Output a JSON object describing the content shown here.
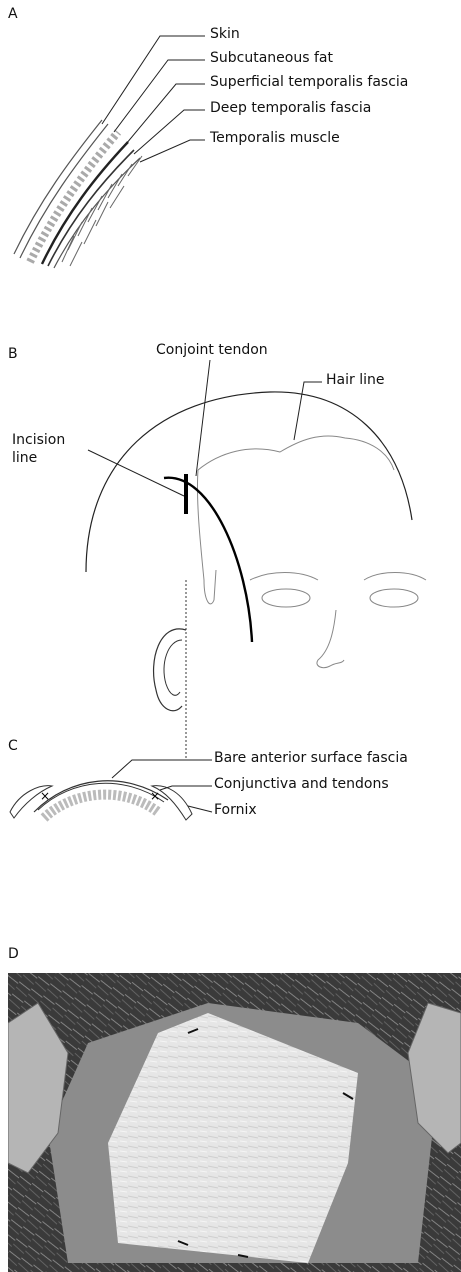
{
  "panels": {
    "a": {
      "letter": "A",
      "labels": [
        "Skin",
        "Subcutaneous fat",
        "Superficial temporalis fascia",
        "Deep temporalis fascia",
        "Temporalis muscle"
      ]
    },
    "b": {
      "letter": "B",
      "conjoint_tendon": "Conjoint tendon",
      "hair_line": "Hair line",
      "incision_line_1": "Incision",
      "incision_line_2": "line"
    },
    "c": {
      "letter": "C",
      "labels": [
        "Bare anterior surface fascia",
        "Conjunctiva and tendons",
        "Fornix"
      ]
    },
    "d": {
      "letter": "D"
    }
  },
  "colors": {
    "line": "#1a1a1a",
    "thin_line": "#888888",
    "photo_dark": "#2a2a2a",
    "graft": "#e6e6e6"
  }
}
